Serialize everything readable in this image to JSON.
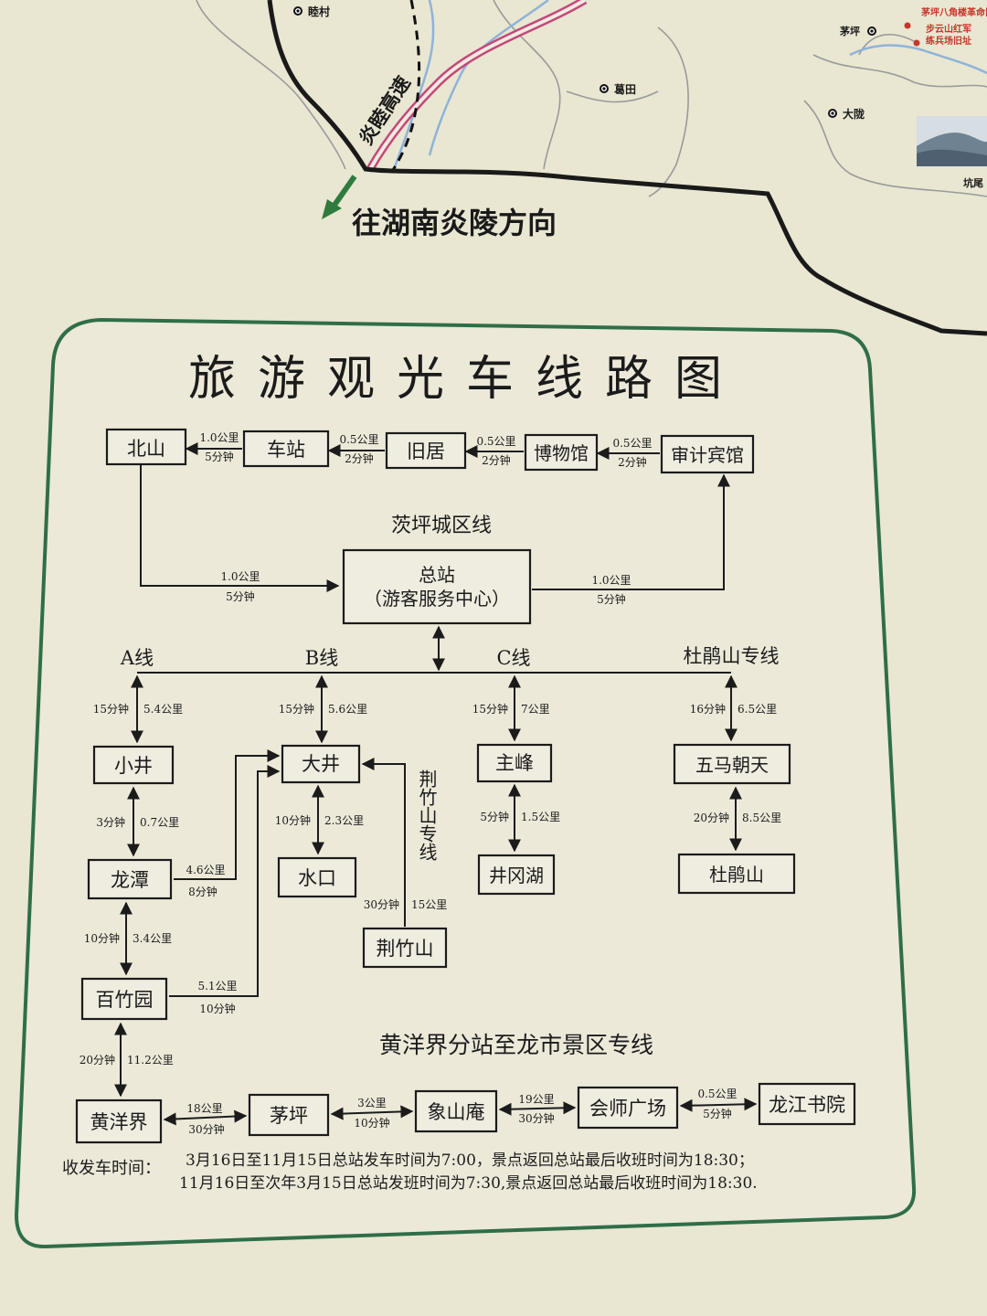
{
  "map": {
    "direction_label": "往湖南炎陵方向",
    "highway_label": "炎睦高速",
    "places": {
      "p1": "睦村",
      "p2": "葛田",
      "p3": "茅坪",
      "p4": "大陇",
      "p5": "坑尾"
    },
    "landmarks": {
      "l1": "茅坪八角楼革命旧址群",
      "l2": "步云山红军",
      "l3": "练兵场旧址"
    }
  },
  "diagram": {
    "title": "旅游观光车线路图",
    "city_line": "茨坪城区线",
    "hub_line1": "总站",
    "hub_line2": "（游客服务中心）",
    "lines": {
      "a": "A线",
      "b": "B线",
      "c": "C线",
      "d": "杜鹃山专线",
      "jzs": "荆竹山专线",
      "special": "黄洋界分站至龙市景区专线"
    },
    "nodes": {
      "beishan": "北山",
      "chezhan": "车站",
      "jiuju": "旧居",
      "bowuguan": "博物馆",
      "shenji": "审计宾馆",
      "xiaojing": "小井",
      "longtan": "龙潭",
      "baizhuyuan": "百竹园",
      "huangyangjie": "黄洋界",
      "dajing": "大井",
      "shuikou": "水口",
      "jingzhushan": "荆竹山",
      "zhufeng": "主峰",
      "jinggang": "井冈湖",
      "wuma": "五马朝天",
      "dujuan": "杜鹃山",
      "maoping": "茅坪",
      "xiangshan": "象山庵",
      "huishi": "会师广场",
      "longjiang": "龙江书院"
    },
    "edges": {
      "e1a": "1.0公里",
      "e1b": "5分钟",
      "e2a": "0.5公里",
      "e2b": "2分钟",
      "e3a": "0.5公里",
      "e3b": "2分钟",
      "e4a": "0.5公里",
      "e4b": "2分钟",
      "e5a": "1.0公里",
      "e5b": "5分钟",
      "e6a": "1.0公里",
      "e6b": "5分钟",
      "a1t": "15分钟",
      "a1d": "5.4公里",
      "a2t": "3分钟",
      "a2d": "0.7公里",
      "a3t": "10分钟",
      "a3d": "3.4公里",
      "a4t": "20分钟",
      "a4d": "11.2公里",
      "b1t": "15分钟",
      "b1d": "5.6公里",
      "b2t": "10分钟",
      "b2d": "2.3公里",
      "lt_d": "4.6公里",
      "lt_t": "8分钟",
      "bz_d": "5.1公里",
      "bz_t": "10分钟",
      "j1t": "30分钟",
      "j1d": "15公里",
      "c1t": "15分钟",
      "c1d": "7公里",
      "c2t": "5分钟",
      "c2d": "1.5公里",
      "d1t": "16分钟",
      "d1d": "6.5公里",
      "d2t": "20分钟",
      "d2d": "8.5公里",
      "s1d": "18公里",
      "s1t": "30分钟",
      "s2d": "3公里",
      "s2t": "10分钟",
      "s3d": "19公里",
      "s3t": "30分钟",
      "s4d": "0.5公里",
      "s4t": "5分钟"
    },
    "schedule_label": "收发车时间：",
    "schedule_line1": "3月16日至11月15日总站发车时间为7:00，景点返回总站最后收班时间为18:30；",
    "schedule_line2": "11月16日至次年3月15日总站发班时间为7:30,景点返回总站最后收班时间为18:30."
  },
  "colors": {
    "background": "#e9e6d2",
    "frame": "#2f6e48",
    "road_pink": "#c2487a",
    "river_blue": "#8fb3d8",
    "landmark_red": "#c4372a",
    "arrow_green": "#2e7b3d"
  }
}
